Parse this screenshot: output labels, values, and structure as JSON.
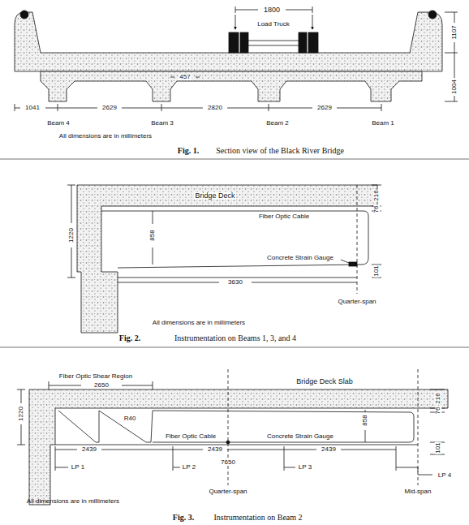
{
  "diagram": {
    "labels": [
      "1800",
      "Load Truck",
      "1107",
      "457",
      "1004",
      "1041",
      "2629",
      "2820",
      "2629",
      "Beam 4",
      "Beam 3",
      "Beam 2",
      "Beam 1",
      "All dimensions are in millimeters",
      "Fig. 1.",
      "Section view of the Black River Bridge",
      "Bridge Deck",
      "216",
      "1220",
      "Fiber Optic Cable",
      "76",
      "858",
      "Concrete Strain Gauge",
      "101",
      "3630",
      "Quarter-span",
      "All dimensions are in millimeters",
      "Fig. 2.",
      "Instrumentation on Beams 1, 3, and 4",
      "Fiber Optic Shear Region",
      "2650",
      "Bridge Deck Slab",
      "216",
      "1220",
      "R40",
      "76",
      "858",
      "Fiber Optic Cable",
      "Concrete Strain Gauge",
      "2439",
      "2439",
      "2439",
      "LP 1",
      "LP 2",
      "7650",
      "LP 3",
      "101",
      "LP 4",
      "Quarter-span",
      "Mid-span",
      "All dimensions are in millimeters",
      "Fig. 3.",
      "Instrumentation on Beam 2"
    ]
  }
}
